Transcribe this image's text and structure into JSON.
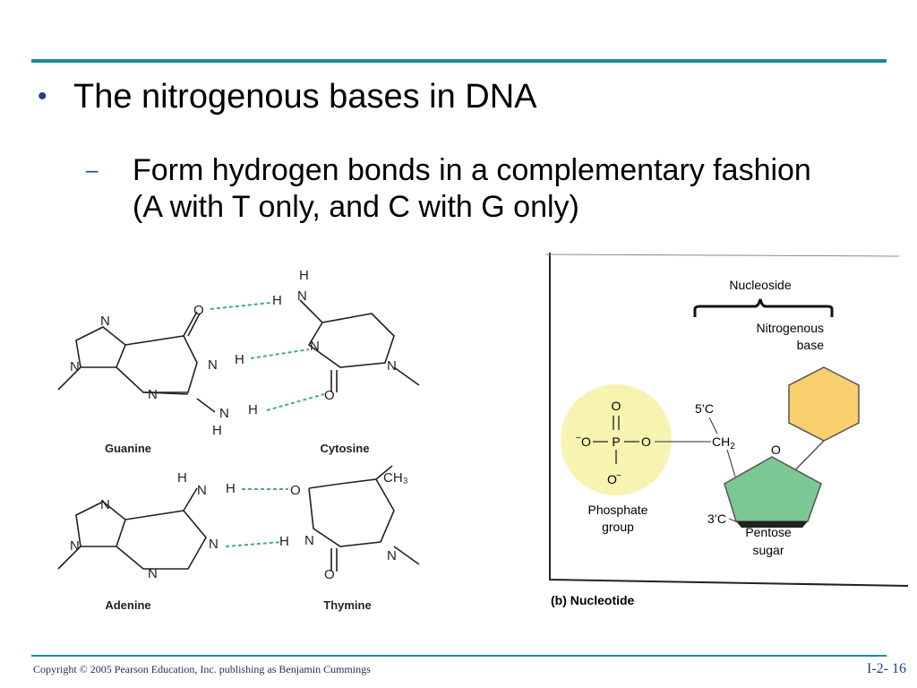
{
  "slide": {
    "bullet": "The nitrogenous bases in DNA",
    "subbullet": "Form hydrogen bonds in a complementary fashion (A with T only, and C with G only)",
    "bullet_marker": "•",
    "sub_marker": "–"
  },
  "base_pairs": {
    "labels": {
      "guanine": "Guanine",
      "cytosine": "Cytosine",
      "adenine": "Adenine",
      "thymine": "Thymine"
    },
    "atoms": {
      "N": "N",
      "O": "O",
      "H": "H",
      "CH3": "CH₃"
    }
  },
  "nucleotide": {
    "nucleoside": "Nucleoside",
    "nitrogenous_base_1": "Nitrogenous",
    "nitrogenous_base_2": "base",
    "phosphate_group_1": "Phosphate",
    "phosphate_group_2": "group",
    "pentose_sugar_1": "Pentose",
    "pentose_sugar_2": "sugar",
    "five_c": "5’C",
    "three_c": "3’C",
    "ch2": "CH",
    "ch2_sub": "2",
    "ring_o": "O",
    "p": "P",
    "o_top": "O",
    "o_left": "O",
    "o_right": "O",
    "o_bottom": "O",
    "minus": "−",
    "caption": "(b) Nucleotide"
  },
  "footer": {
    "copyright": "Copyright © 2005 Pearson Education, Inc. publishing as Benjamin Cummings",
    "page_number": "I-2- 16"
  },
  "colors": {
    "rule": "#1b8a9a",
    "bullet": "#1f3f8f",
    "hbond": "#3cb371",
    "phosphate_fill": "#f7f3b0",
    "base_fill": "#f9cf6e",
    "sugar_fill": "#7cc894"
  }
}
